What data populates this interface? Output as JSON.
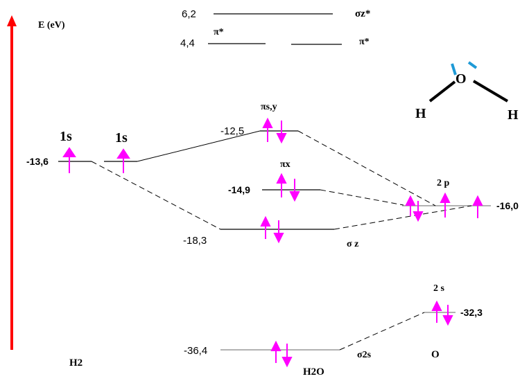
{
  "axis": {
    "label": "E (eV)"
  },
  "energies": {
    "sigma_z_star": "6,2",
    "pi_star": "4,4",
    "pi_sy": "-12,5",
    "h_1s": "-13,6",
    "pi_x": "-14,9",
    "o_2p": "-16,0",
    "sigma_z": "-18,3",
    "o_2s": "-32,3",
    "sigma_2s": "-36,4"
  },
  "orbitals": {
    "sigma_z_star": "σz*",
    "pi_star_left": "π*",
    "pi_star_right": "π*",
    "pi_sy": "πs,y",
    "pi_x": "πx",
    "sigma_z": "σ z",
    "sigma_2s": "σ2s",
    "h_1s_a": "1s",
    "h_1s_b": "1s",
    "o_2p": "2 p",
    "o_2s": "2 s"
  },
  "bottom_labels": {
    "h2": "H2",
    "h2o": "H2O",
    "o": "O"
  },
  "molecule": {
    "center": "O",
    "left": "H",
    "right": "H"
  },
  "colors": {
    "arrow": "#ff00ff",
    "axis": "#ff0000",
    "lone_pair": "#1e9ad6"
  }
}
